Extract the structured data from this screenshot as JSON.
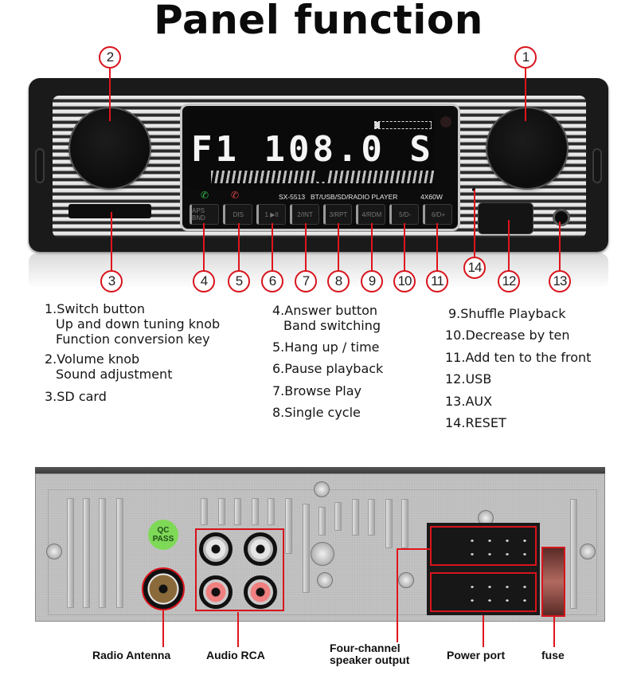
{
  "title": "Panel function",
  "front_panel": {
    "display": {
      "frequency_text": "F1 108.0 S",
      "model": "SX-5513",
      "product_line": "BT/USB/SD/RADIO  PLAYER",
      "power": "4X60W"
    },
    "buttons": [
      {
        "label": "APS BND"
      },
      {
        "label": "DIS"
      },
      {
        "label": "1 ▶II"
      },
      {
        "label": "2/INT"
      },
      {
        "label": "3/RPT"
      },
      {
        "label": "4/RDM"
      },
      {
        "label": "5/D-"
      },
      {
        "label": "6/D+"
      }
    ],
    "callouts": [
      "1",
      "2",
      "3",
      "4",
      "5",
      "6",
      "7",
      "8",
      "9",
      "10",
      "11",
      "12",
      "13",
      "14"
    ]
  },
  "descriptions": {
    "col1": [
      {
        "title": "1.Switch button",
        "sub": [
          "Up and down tuning knob",
          "Function conversion key"
        ]
      },
      {
        "title": "2.Volume knob",
        "sub": [
          "Sound adjustment"
        ]
      },
      {
        "title": "3.SD card",
        "sub": []
      }
    ],
    "col2": [
      {
        "title": "4.Answer button",
        "sub": [
          "Band switching"
        ]
      },
      {
        "title": "5.Hang up / time",
        "sub": []
      },
      {
        "title": "6.Pause playback",
        "sub": []
      },
      {
        "title": "7.Browse Play",
        "sub": []
      },
      {
        "title": "8.Single cycle",
        "sub": []
      }
    ],
    "col3": [
      {
        "title": "9.Shuffle Playback"
      },
      {
        "title": "10.Decrease by ten"
      },
      {
        "title": "11.Add ten to the front"
      },
      {
        "title": "12.USB"
      },
      {
        "title": "13.AUX"
      },
      {
        "title": "14.RESET"
      }
    ]
  },
  "rear_panel": {
    "qc_sticker": [
      "QC",
      "PASS"
    ],
    "labels": {
      "antenna": "Radio Antenna",
      "rca": "Audio RCA",
      "speaker": [
        "Four-channel",
        "speaker output"
      ],
      "power": "Power port",
      "fuse": "fuse"
    }
  },
  "colors": {
    "callout_red": "#d8141c",
    "qc_green": "#7ed957",
    "panel_black": "#1a1a1a",
    "rear_gray": "#c3c3c3"
  }
}
